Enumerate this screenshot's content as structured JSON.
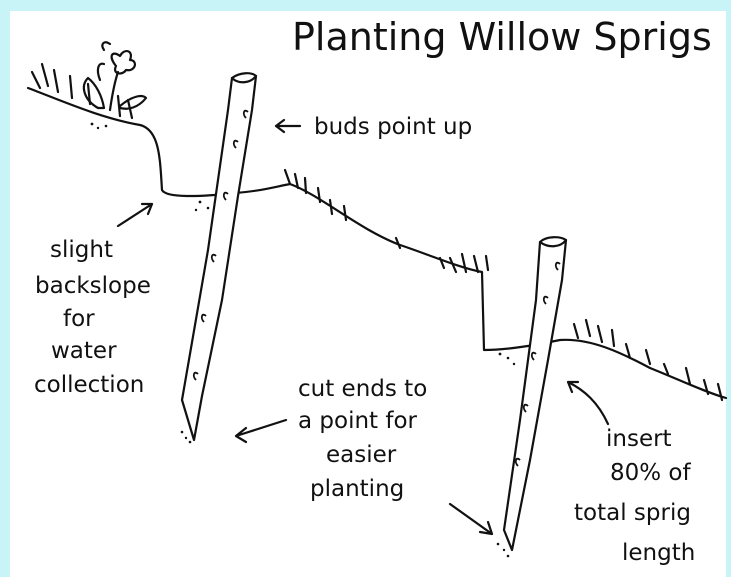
{
  "diagram": {
    "title": "Planting Willow Sprigs",
    "labels": {
      "buds": "buds point up",
      "backslope": [
        "slight",
        "backslope",
        "for",
        "water",
        "collection"
      ],
      "cut_ends": [
        "cut ends to",
        "a point for",
        "easier",
        "planting"
      ],
      "insert": [
        "insert",
        "80% of",
        "total sprig",
        "length"
      ]
    },
    "colors": {
      "border": "#c8f4f8",
      "ink": "#111111",
      "background": "#ffffff"
    }
  }
}
